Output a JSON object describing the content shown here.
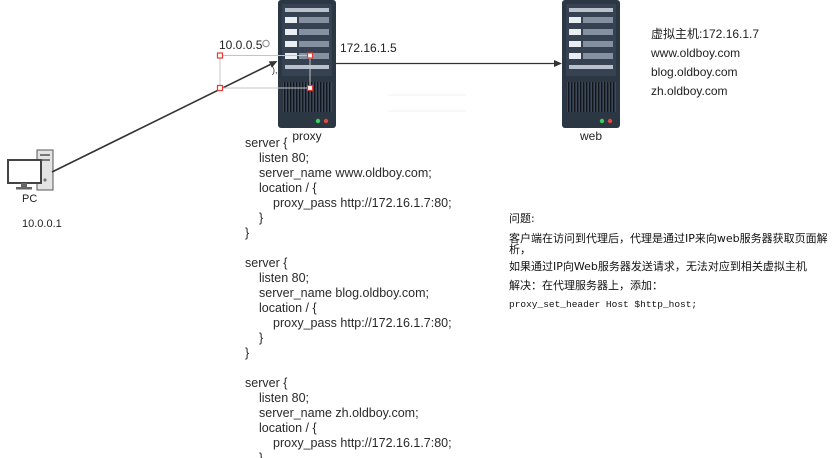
{
  "diagram": {
    "pc": {
      "label": "PC",
      "ip": "10.0.0.1"
    },
    "proxy": {
      "label": "proxy",
      "ip_front": "10.0.0.5",
      "ip_back": "172.16.1.5"
    },
    "web": {
      "label": "web"
    },
    "edge_fragment": "),",
    "vhost": {
      "title": "虚拟主机:172.16.1.7",
      "domains": [
        "www.oldboy.com",
        "blog.oldboy.com",
        "zh.oldboy.com"
      ]
    },
    "nginx_config": [
      {
        "open": "server {",
        "listen": "listen 80;",
        "server_name": "server_name www.oldboy.com;",
        "location": "location / {",
        "proxy_pass": "proxy_pass http://172.16.1.7:80;",
        "location_close": "}",
        "close": "}"
      },
      {
        "open": "server {",
        "listen": "listen 80;",
        "server_name": "server_name blog.oldboy.com;",
        "location": "location / {",
        "proxy_pass": "proxy_pass http://172.16.1.7:80;",
        "location_close": "}",
        "close": "}"
      },
      {
        "open": "server {",
        "listen": "listen 80;",
        "server_name": "server_name zh.oldboy.com;",
        "location": "location / {",
        "proxy_pass": "proxy_pass http://172.16.1.7:80;",
        "location_close": "}"
      }
    ],
    "notes": {
      "heading": "问题:",
      "problem": "客户端在访问到代理后，代理是通过IP来向web服务器获取页面解析，",
      "consequence": "如果通过IP向Web服务器发送请求，无法对应到相关虚拟主机",
      "solution": "解决：在代理服务器上，添加：",
      "code": "proxy_set_header Host $http_host;"
    }
  },
  "icons": {
    "pc": "desktop-computer-icon",
    "proxy": "rack-server-icon",
    "web": "rack-server-icon"
  },
  "colors": {
    "server_body": "#2c3744",
    "edge": "#333333",
    "selection_box": "#c4c4c4",
    "selection_handle": "#e53935",
    "led_green": "#3ecf5a",
    "led_red": "#e8443a"
  }
}
